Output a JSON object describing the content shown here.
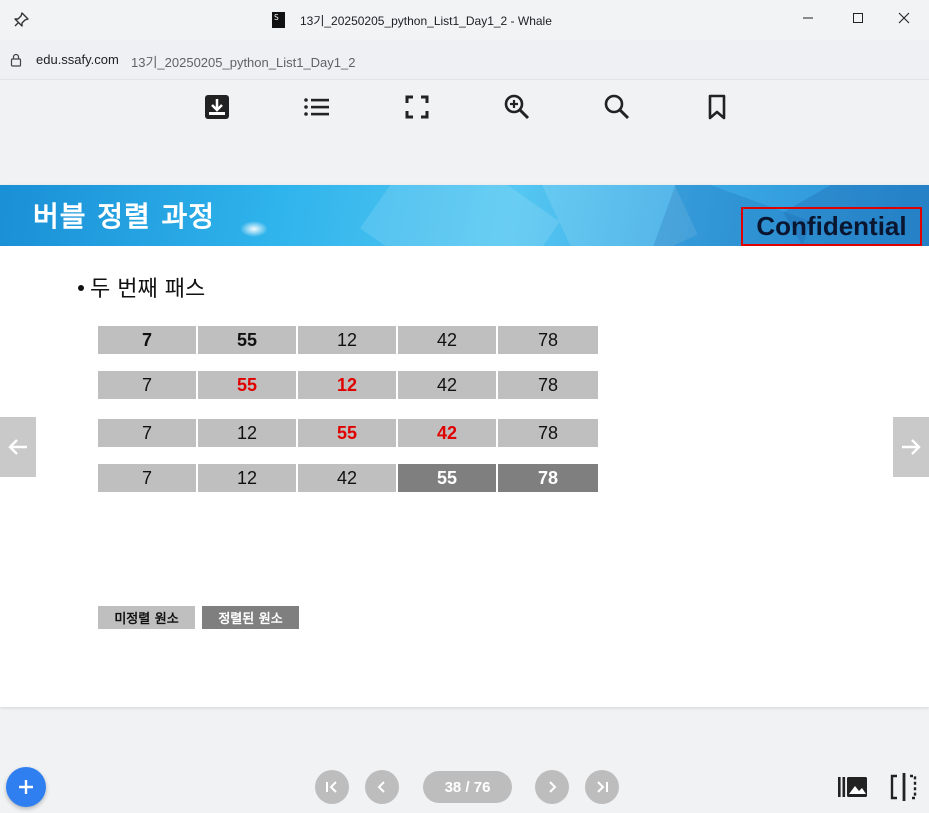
{
  "window": {
    "title": "13기_20250205_python_List1_Day1_2 - Whale",
    "tab_icon_text": "S"
  },
  "addressbar": {
    "domain": "edu.ssafy.com",
    "path": "13기_20250205_python_List1_Day1_2"
  },
  "toolbar": {
    "icons": [
      "download-icon",
      "list-icon",
      "fullscreen-icon",
      "zoom-in-icon",
      "search-icon",
      "bookmark-icon"
    ]
  },
  "slide": {
    "title": "버블 정렬 과정",
    "confidential": "Confidential",
    "bullet": "두 번째 패스",
    "rows": [
      [
        {
          "v": "7",
          "s": "bold"
        },
        {
          "v": "55",
          "s": "bold"
        },
        {
          "v": "12",
          "s": ""
        },
        {
          "v": "42",
          "s": ""
        },
        {
          "v": "78",
          "s": ""
        }
      ],
      [
        {
          "v": "7",
          "s": ""
        },
        {
          "v": "55",
          "s": "red"
        },
        {
          "v": "12",
          "s": "red"
        },
        {
          "v": "42",
          "s": ""
        },
        {
          "v": "78",
          "s": ""
        }
      ],
      [
        {
          "v": "7",
          "s": ""
        },
        {
          "v": "12",
          "s": ""
        },
        {
          "v": "55",
          "s": "red"
        },
        {
          "v": "42",
          "s": "red"
        },
        {
          "v": "78",
          "s": ""
        }
      ],
      [
        {
          "v": "7",
          "s": ""
        },
        {
          "v": "12",
          "s": ""
        },
        {
          "v": "42",
          "s": ""
        },
        {
          "v": "55",
          "s": "sorted"
        },
        {
          "v": "78",
          "s": "sorted"
        }
      ]
    ],
    "legend": {
      "unsorted": "미정렬 원소",
      "sorted": "정렬된 원소"
    }
  },
  "pager": {
    "current": "38 / 76"
  },
  "colors": {
    "accent": "#2f7ff1",
    "highlight_red": "#e00000",
    "unsorted_cell": "#bfbfbf",
    "sorted_cell": "#7f7f7f"
  }
}
